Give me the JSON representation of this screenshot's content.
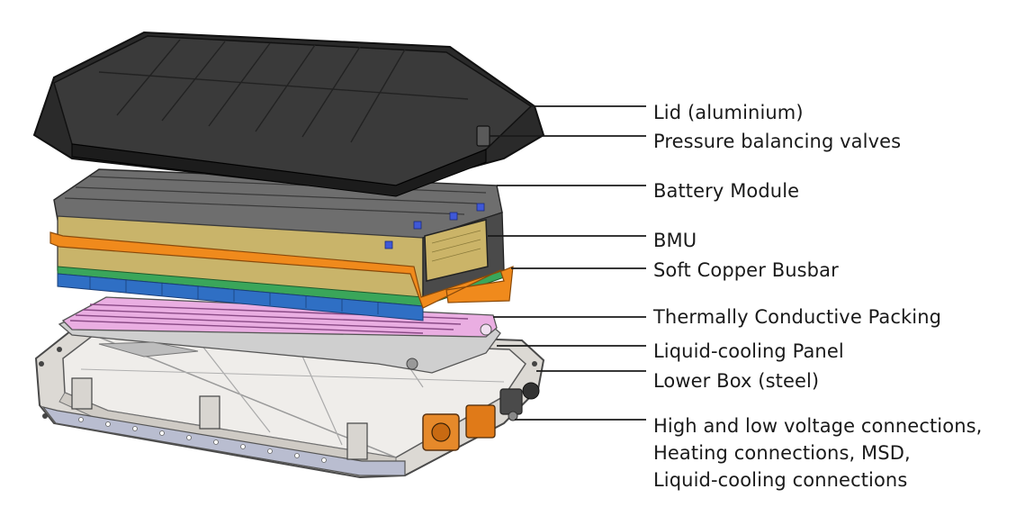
{
  "labels": {
    "lid": "Lid (aluminium)",
    "pressure_valves": "Pressure balancing valves",
    "battery_module": "Battery Module",
    "bmu": "BMU",
    "busbar": "Soft Copper Busbar",
    "thermal_packing": "Thermally Conductive Packing",
    "cooling_panel": "Liquid-cooling Panel",
    "lower_box": "Lower Box (steel)",
    "connections": [
      "High and low voltage connections,",
      "Heating connections, MSD,",
      "Liquid-cooling connections"
    ]
  },
  "colors": {
    "lid": "#2a2a2a",
    "module_yellow": "#c9b46a",
    "busbar_orange": "#f08a1c",
    "green_plate": "#3aa65a",
    "blue_cells": "#2f6fc4",
    "packing_pink": "#e8a8e0",
    "box_gray": "#e6e3df"
  }
}
